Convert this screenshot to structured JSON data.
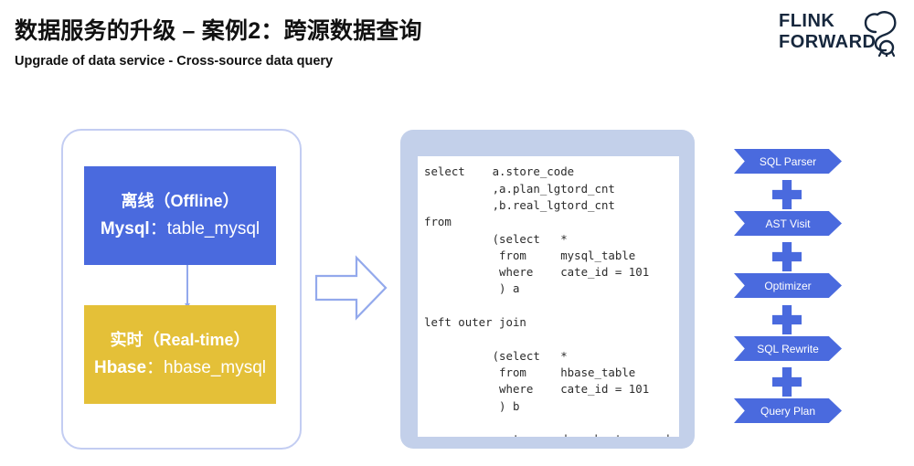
{
  "header": {
    "title": "数据服务的升级 – 案例2：跨源数据查询",
    "subtitle": "Upgrade of data service - Cross-source data query"
  },
  "brand": {
    "line1": "FLINK",
    "line2": "FORWARD",
    "icon": "squirrel-icon",
    "color": "#16273d"
  },
  "sources": {
    "offline": {
      "line1": "离线（Offline）",
      "label": "Mysql",
      "separator": "：",
      "value": "table_mysql",
      "color": "#4a6ade"
    },
    "realtime": {
      "line1": "实时（Real-time）",
      "label": "Hbase",
      "separator": "：",
      "value": "hbase_mysql",
      "color": "#e4c038"
    }
  },
  "flow": {
    "arrow_icon": "right-block-arrow-icon",
    "arrow_color": "#93a9ec"
  },
  "sql": {
    "panel_color": "#c3d0ea",
    "code": "select    a.store_code\n          ,a.plan_lgtord_cnt\n          ,b.real_lgtord_cnt\nfrom\n          (select   *\n           from     mysql_table\n           where    cate_id = 101\n           ) a\n\nleft outer join\n\n          (select   *\n           from     hbase_table\n           where    cate_id = 101\n           ) b\n\non        a.store_code = b.store_code"
  },
  "pipeline": {
    "accent": "#4a6ade",
    "connector_icon": "plus-icon",
    "steps": [
      {
        "label": "SQL Parser"
      },
      {
        "label": "AST Visit"
      },
      {
        "label": "Optimizer"
      },
      {
        "label": "SQL Rewrite"
      },
      {
        "label": "Query Plan"
      }
    ]
  }
}
